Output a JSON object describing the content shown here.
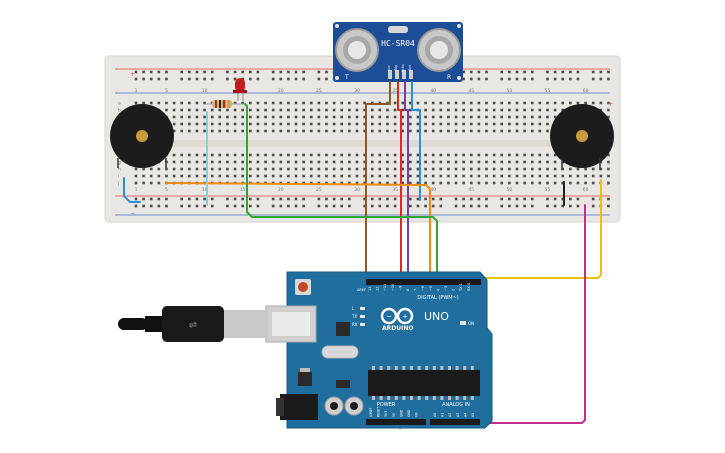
{
  "sensor": {
    "model": "HC-SR04",
    "left_mark": "T",
    "right_mark": "R",
    "pins": [
      "Vcc",
      "Trig",
      "Echo",
      "Gnd"
    ]
  },
  "breadboard": {
    "column_numbers": [
      "1",
      "5",
      "10",
      "15",
      "20",
      "25",
      "30",
      "35",
      "40",
      "45",
      "50",
      "55",
      "60"
    ],
    "row_letters_top": [
      "a",
      "b",
      "c",
      "d",
      "e"
    ],
    "row_letters_bottom": [
      "f",
      "g",
      "h",
      "i",
      "j"
    ]
  },
  "arduino": {
    "model": "UNO",
    "brand": "ARDUINO",
    "digital_label": "DIGITAL (PWM~)",
    "analog_label": "ANALOG IN",
    "power_label": "POWER",
    "on_label": "ON",
    "aref_label": "AREF",
    "gnd_label": "GND",
    "digital_pins": [
      "13",
      "12",
      "~11",
      "~10",
      "~9",
      "8",
      "7",
      "~6",
      "~5",
      "4",
      "~3",
      "2",
      "TX 1",
      "RX 0"
    ],
    "power_pins": [
      "IOREF",
      "RESET",
      "3V3",
      "5V",
      "GND",
      "GND",
      "Vin"
    ],
    "analog_pins": [
      "A0",
      "A1",
      "A2",
      "A3",
      "A4",
      "A5"
    ],
    "led_labels": [
      "L",
      "TX",
      "RX"
    ]
  },
  "colors": {
    "breadboard": "#e9e7e3",
    "board": "#1f6e9e",
    "sensor": "#1c4d96",
    "wire_red": "#e0291f",
    "wire_orange": "#f08a12",
    "wire_green": "#33a632",
    "wire_brown": "#8b5a2b",
    "wire_purple": "#7b3aa6",
    "wire_blue": "#2a8fd6",
    "wire_yellow": "#e8c20e",
    "wire_magenta": "#c22f8a",
    "wire_black": "#222222"
  }
}
